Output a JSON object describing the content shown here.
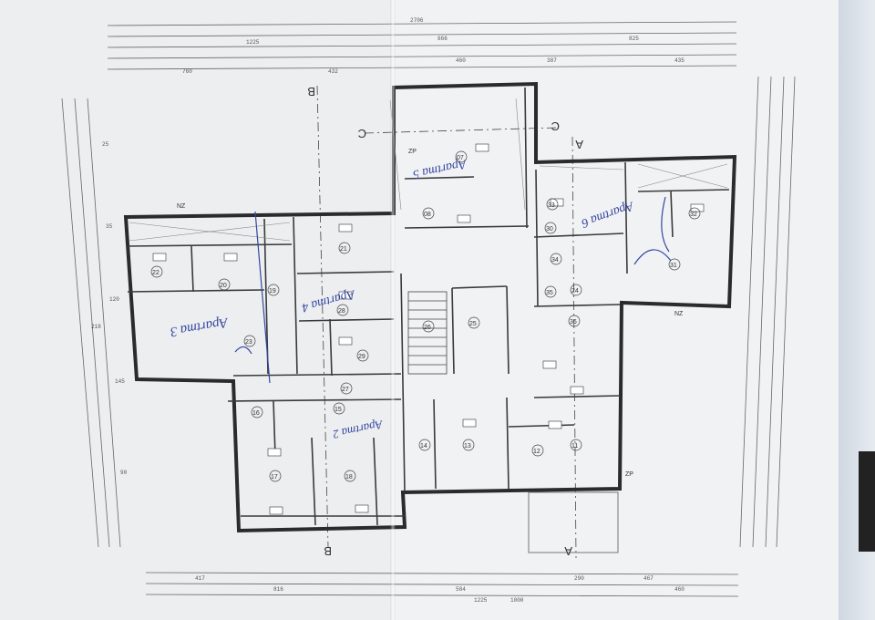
{
  "sheet": {
    "section_labels": [
      "B",
      "B",
      "C",
      "C",
      "A",
      "A"
    ],
    "apartment_notes": [
      "Apartma 3",
      "Apartma 4",
      "Apartma 5",
      "Apartma 6",
      "Apartma 2"
    ],
    "room_numbers": [
      "22",
      "20",
      "19",
      "21",
      "23",
      "27",
      "28",
      "29",
      "26",
      "25",
      "24",
      "07",
      "08",
      "32",
      "31",
      "30",
      "33",
      "34",
      "35",
      "36",
      "16",
      "15",
      "17",
      "18",
      "14",
      "13",
      "12",
      "11"
    ],
    "wall_tags": [
      "NZ",
      "ZP",
      "NZ",
      "ZP"
    ],
    "dimensions": {
      "top": [
        "2706",
        "1225",
        "666",
        "825",
        "760",
        "432",
        "460",
        "387",
        "435"
      ],
      "bottom": [
        "1225",
        "816",
        "417",
        "584",
        "1000",
        "290",
        "467",
        "460"
      ],
      "sides": [
        "25",
        "35",
        "120",
        "218",
        "145",
        "90"
      ]
    }
  },
  "colors": {
    "paper": "#f4f5f6",
    "ink": "#444444",
    "pen": "#3546a0"
  }
}
